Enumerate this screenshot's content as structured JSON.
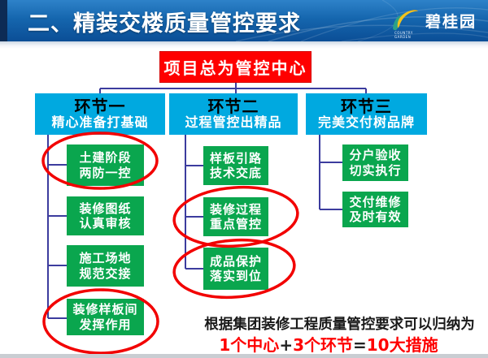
{
  "header": {
    "title": "二、精装交楼质量管控要求",
    "logo": {
      "text": "碧桂园",
      "subtext": "COUNTRY GARDEN"
    }
  },
  "colors": {
    "header_blue": "#1566ae",
    "header_band_navy": "#0d2b55",
    "center_red": "#fe0000",
    "stage_cyan": "#00a9e0",
    "leaf_green": "#0aa64e",
    "connector_blue": "#3c3c9e",
    "highlight_red": "#f20000",
    "summary_dark": "#1a1a1a"
  },
  "chart": {
    "center": {
      "label": "项目总为管控中心"
    },
    "columns": [
      {
        "title": "环节一",
        "subtitle": "精心准备打基础",
        "items": [
          {
            "line1": "土建阶段",
            "line2": "两防一控",
            "highlighted": true
          },
          {
            "line1": "装修图纸",
            "line2": "认真审核",
            "highlighted": false
          },
          {
            "line1": "施工场地",
            "line2": "规范交接",
            "highlighted": false
          },
          {
            "line1": "装修样板间",
            "line2": "发挥作用",
            "highlighted": true
          }
        ]
      },
      {
        "title": "环节二",
        "subtitle": "过程管控出精品",
        "items": [
          {
            "line1": "样板引路",
            "line2": "技术交底",
            "highlighted": false
          },
          {
            "line1": "装修过程",
            "line2": "重点管控",
            "highlighted": true
          },
          {
            "line1": "成品保护",
            "line2": "落实到位",
            "highlighted": true
          }
        ]
      },
      {
        "title": "环节三",
        "subtitle": "完美交付树品牌",
        "items": [
          {
            "line1": "分户验收",
            "line2": "切实执行",
            "highlighted": false
          },
          {
            "line1": "交付维修",
            "line2": "及时有效",
            "highlighted": false
          }
        ]
      }
    ]
  },
  "summary": {
    "line1": "根据集团装修工程质量管控要求可以归纳为",
    "line2_parts": [
      {
        "text": "1个中心",
        "color": "#fe0000"
      },
      {
        "text": "+",
        "color": "#222222"
      },
      {
        "text": "3个环节",
        "color": "#fe0000"
      },
      {
        "text": "=",
        "color": "#222222"
      },
      {
        "text": "10大措施",
        "color": "#fe0000"
      }
    ]
  }
}
